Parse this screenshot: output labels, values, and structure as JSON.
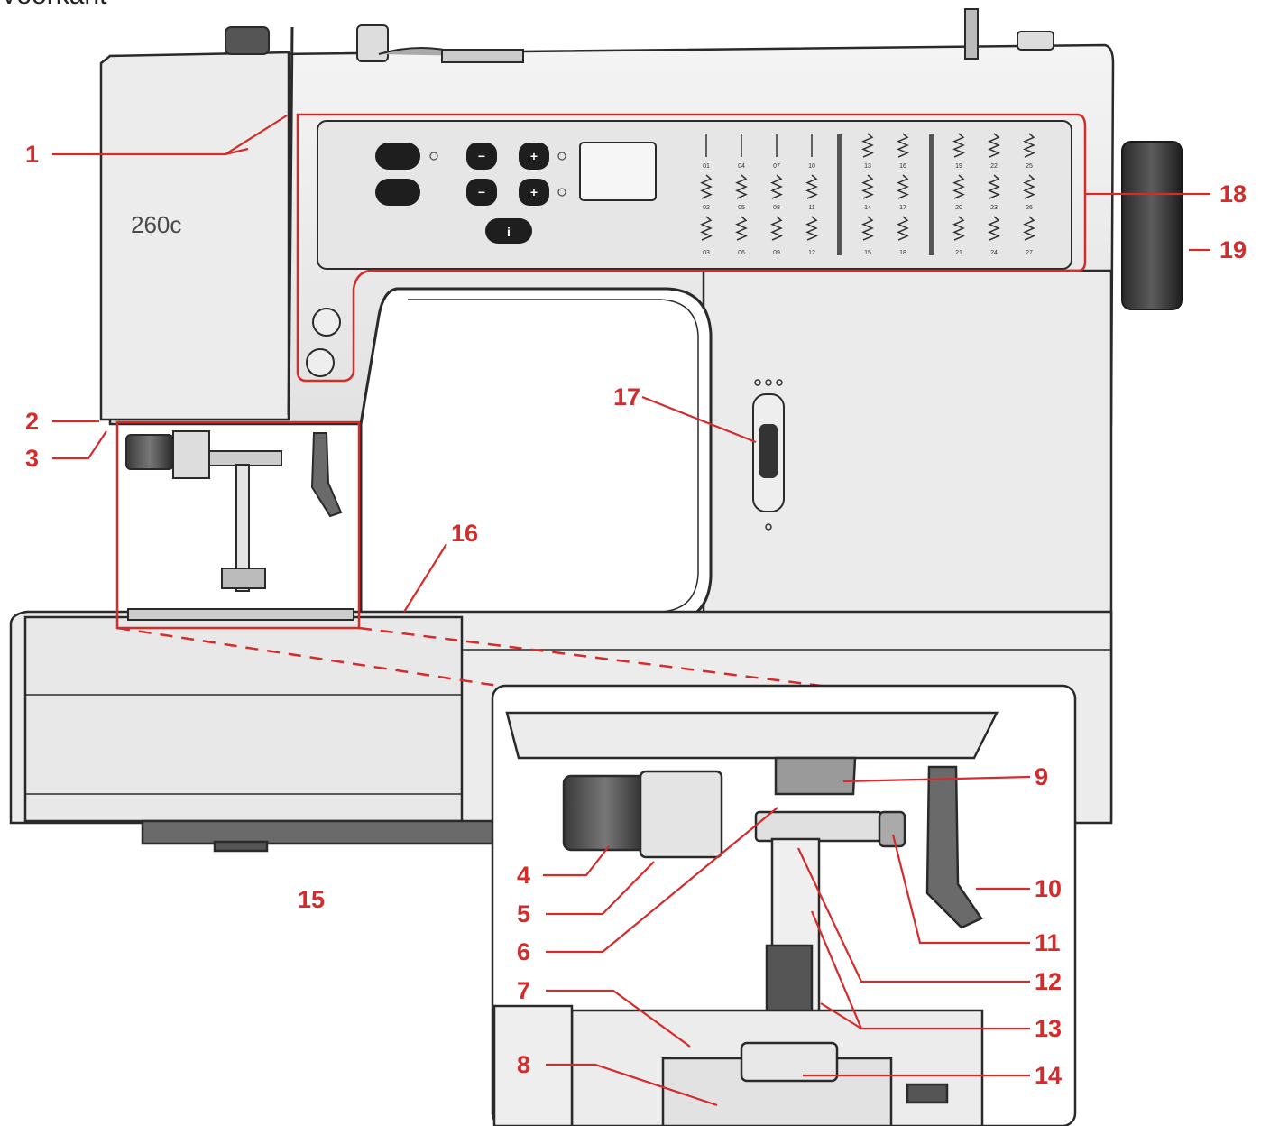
{
  "heading": "Voorkant",
  "model_name": "260c",
  "stitch_numbers": [
    "01",
    "02",
    "03",
    "04",
    "05",
    "06",
    "07",
    "08",
    "09",
    "10",
    "11",
    "12",
    "13",
    "14",
    "15",
    "16",
    "17",
    "18",
    "19",
    "20",
    "21",
    "22",
    "23",
    "24",
    "25",
    "26",
    "27"
  ],
  "callouts": [
    "1",
    "2",
    "3",
    "4",
    "5",
    "6",
    "7",
    "8",
    "9",
    "10",
    "11",
    "12",
    "13",
    "14",
    "15",
    "16",
    "17",
    "18",
    "19"
  ],
  "accent_color": "#d42b2b",
  "machine_color": "#eeeeee",
  "outline_color": "#2a2a2a"
}
